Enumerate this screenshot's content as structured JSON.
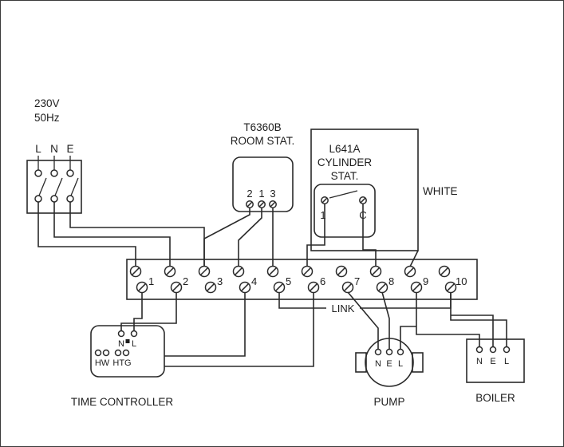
{
  "diagram": {
    "supply": {
      "voltage": "230V",
      "frequency": "50Hz",
      "terminals": [
        "L",
        "N",
        "E"
      ]
    },
    "room_stat": {
      "model": "T6360B",
      "name": "ROOM STAT.",
      "terminals": [
        "2",
        "1",
        "3"
      ]
    },
    "cylinder_stat": {
      "model": "L641A",
      "name_line1": "CYLINDER",
      "name_line2": "STAT.",
      "terminals": [
        "1",
        "C"
      ]
    },
    "wire_label": "WHITE",
    "terminal_strip": {
      "terminals": [
        "1",
        "2",
        "3",
        "4",
        "5",
        "6",
        "7",
        "8",
        "9",
        "10"
      ]
    },
    "link_label": "LINK",
    "time_controller": {
      "mains_terminals": [
        "N",
        "L"
      ],
      "channel_terminals": [
        "HW",
        "HTG"
      ],
      "label": "TIME CONTROLLER"
    },
    "pump": {
      "terminals": [
        "N",
        "E",
        "L"
      ],
      "label": "PUMP"
    },
    "boiler": {
      "terminals": [
        "N",
        "E",
        "L"
      ],
      "label": "BOILER"
    }
  }
}
